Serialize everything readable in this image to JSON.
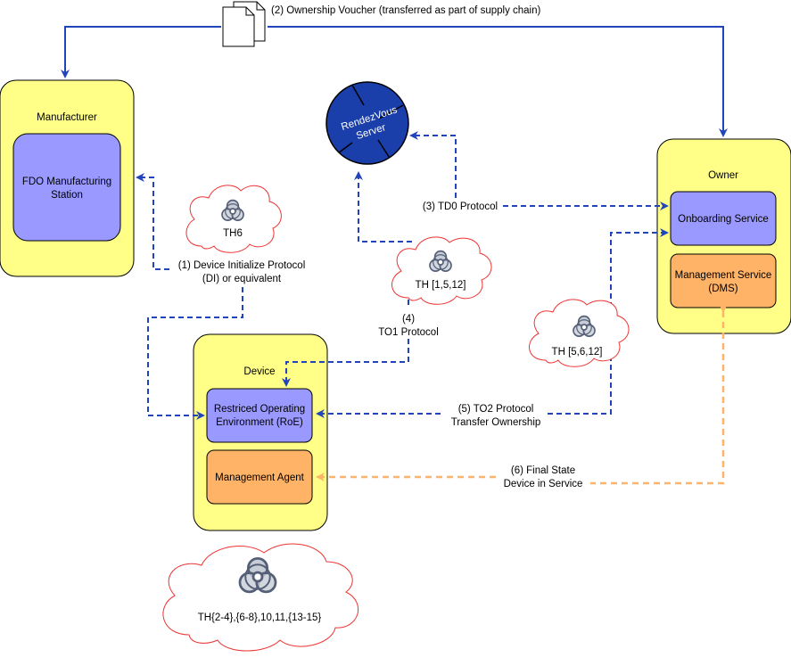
{
  "containers": {
    "manufacturer": "Manufacturer",
    "owner": "Owner",
    "device": "Device"
  },
  "components": {
    "fdo_station": [
      "FDO Manufacturing",
      "Station"
    ],
    "onboarding_service": "Onboarding Service",
    "management_service": [
      "Management Service",
      "(DMS)"
    ],
    "roe": [
      "Restriced Operating",
      "Environment (RoE)"
    ],
    "management_agent": "Management Agent",
    "rendezvous_server": [
      "RendezVous",
      "Server"
    ]
  },
  "threats": {
    "th6": "TH6",
    "th_1_5_12": "TH [1,5,12]",
    "th_5_6_12": "TH [5,6,12]",
    "th_device": "TH{2-4},{6-8},10,11,{13-15}"
  },
  "flows": {
    "ownership_voucher": "(2) Ownership Voucher (transferred as part of supply chain)",
    "di_protocol": [
      "(1) Device Initialize Protocol",
      "(DI) or equivalent"
    ],
    "td0_protocol": "(3) TD0 Protocol",
    "to1_protocol": [
      "(4)",
      "TO1 Protocol"
    ],
    "to2_protocol": [
      "(5) TO2 Protocol",
      "Transfer Ownership"
    ],
    "final_state": [
      "(6) Final State",
      "Device in Service"
    ]
  },
  "colors": {
    "container_fill": "#ffff88",
    "component_fill": "#9999ff",
    "orange_fill": "#ffb366",
    "rendezvous_fill": "#1a3eaa",
    "arrow_blue": "#2244bb",
    "arrow_orange": "#ffb366",
    "cloud_stroke": "#ee3333"
  }
}
